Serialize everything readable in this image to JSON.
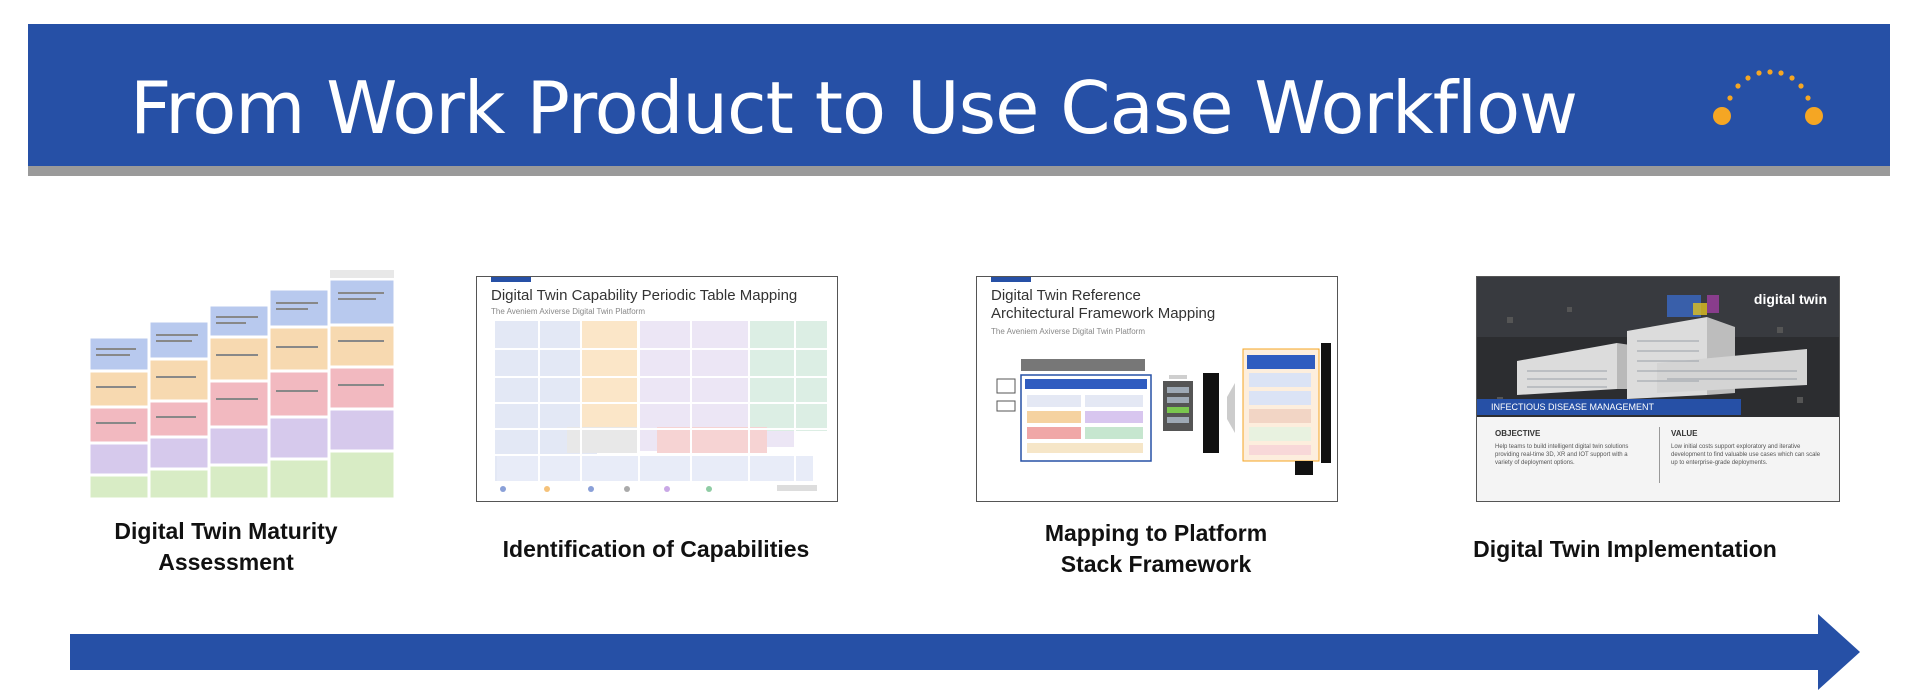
{
  "header": {
    "title": "From Work Product to Use Case Workflow"
  },
  "steps": [
    {
      "caption": "Digital Twin Maturity Assessment",
      "line1": "Digital Twin Maturity",
      "line2": "Assessment"
    },
    {
      "caption": "Identification of Capabilities",
      "line1": "Identification of Capabilities",
      "line2": ""
    },
    {
      "caption": "Mapping to Platform Stack Framework",
      "line1": "Mapping to Platform",
      "line2": "Stack Framework"
    },
    {
      "caption": "Digital Twin Implementation",
      "line1": "Digital Twin Implementation",
      "line2": ""
    }
  ],
  "thumb2": {
    "title": "Digital Twin Capability Periodic Table Mapping",
    "subtitle": "The Aveniem Axiverse Digital Twin Platform"
  },
  "thumb3": {
    "title_line1": "Digital Twin Reference",
    "title_line2": "Architectural Framework Mapping",
    "subtitle": "The Aveniem Axiverse Digital Twin Platform"
  },
  "thumb4": {
    "brand": "digital twin",
    "band": "INFECTIOUS DISEASE MANAGEMENT",
    "objective_label": "OBJECTIVE",
    "objective_text": "Help teams to build intelligent digital twin solutions providing real-time 3D, XR and IOT support with a variety of deployment options.",
    "value_label": "VALUE",
    "value_text": "Low initial costs support exploratory and iterative development to find valuable use cases which can scale up to enterprise-grade deployments."
  },
  "colors": {
    "brand_blue": "#2650a6",
    "accent_orange": "#f5a623",
    "rule_gray": "#9a9a9a"
  }
}
